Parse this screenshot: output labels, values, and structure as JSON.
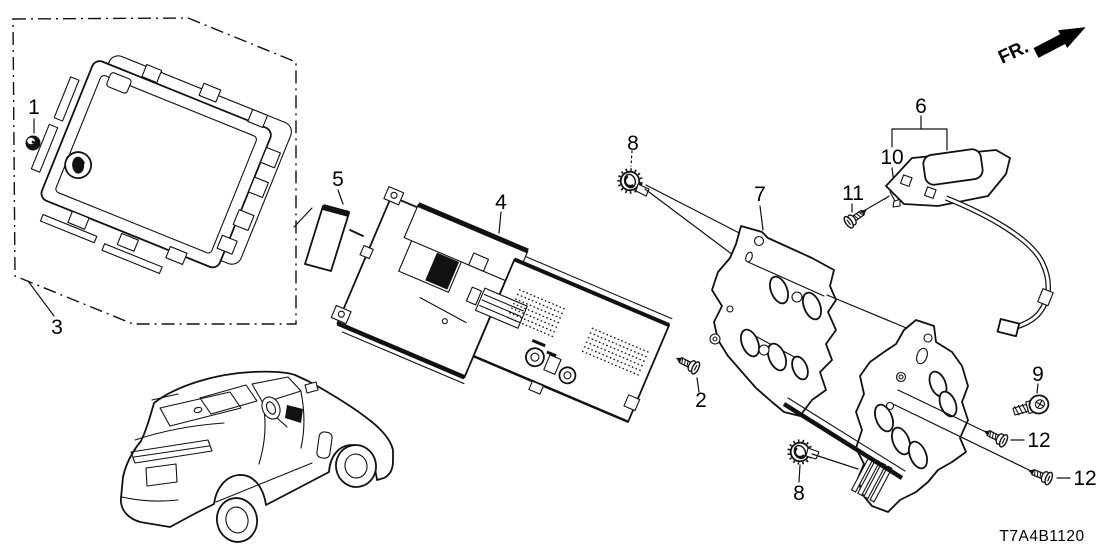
{
  "diagram": {
    "code": "T7A4B1120",
    "front_label": "FR."
  },
  "callouts": [
    {
      "label": "1"
    },
    {
      "label": "3"
    },
    {
      "label": "5"
    },
    {
      "label": "4"
    },
    {
      "label": "8"
    },
    {
      "label": "7"
    },
    {
      "label": "6"
    },
    {
      "label": "10"
    },
    {
      "label": "11"
    },
    {
      "label": "2"
    },
    {
      "label": "8"
    },
    {
      "label": "9"
    },
    {
      "label": "12"
    },
    {
      "label": "12"
    }
  ]
}
